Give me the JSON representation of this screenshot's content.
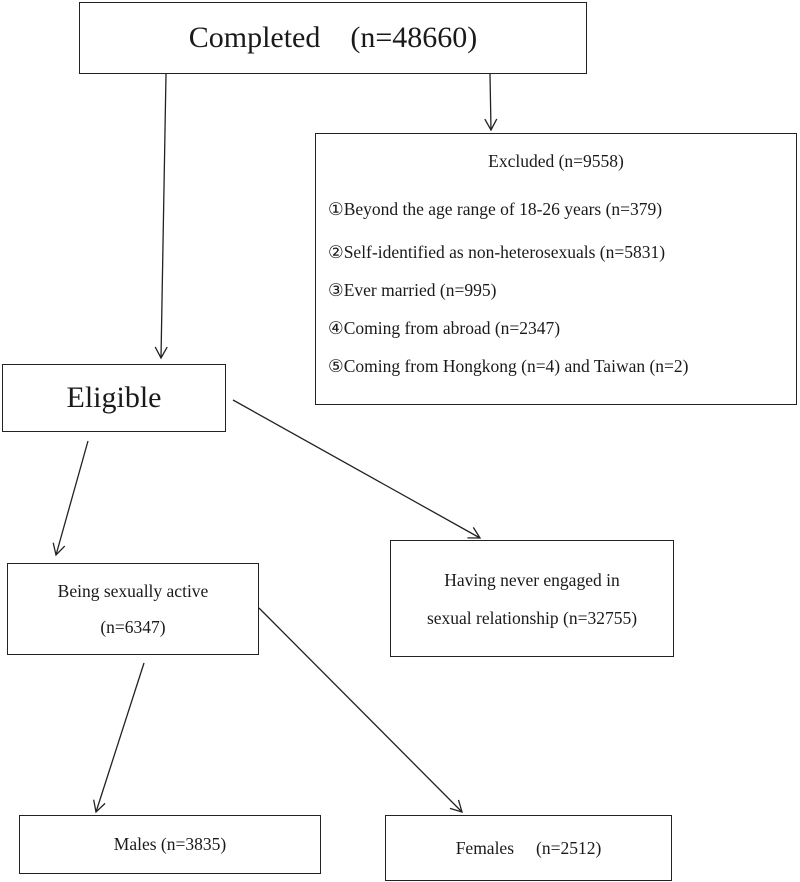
{
  "completed": {
    "label": "Completed",
    "count": "(n=48660)"
  },
  "excluded": {
    "title": "Excluded (n=9558)",
    "items": [
      "①Beyond the age range of 18-26 years (n=379)",
      "②Self-identified as non-heterosexuals (n=5831)",
      "③Ever married (n=995)",
      "④Coming from abroad (n=2347)",
      "⑤Coming from Hongkong (n=4) and Taiwan (n=2)"
    ]
  },
  "eligible": {
    "label": "Eligible"
  },
  "sexually_active": {
    "line1": "Being sexually active",
    "line2": "(n=6347)"
  },
  "never_engaged": {
    "line1": "Having never engaged in",
    "line2": "sexual relationship (n=32755)"
  },
  "males": {
    "label": "Males (n=3835)"
  },
  "females": {
    "label": "Females",
    "count": "(n=2512)"
  }
}
